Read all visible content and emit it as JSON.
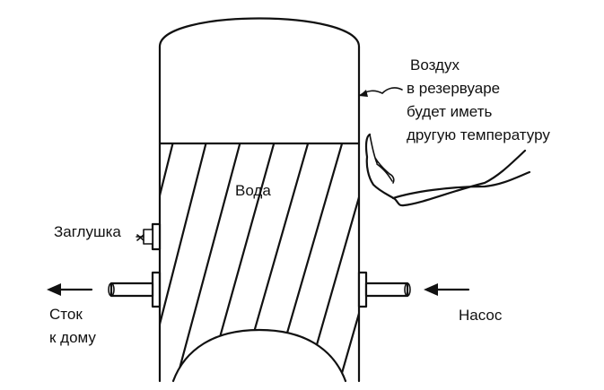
{
  "labels": {
    "air_line1": "Воздух",
    "air_line2": "в резервуаре",
    "air_line3": "будет иметь",
    "air_line4": "другую температуру",
    "water": "Вода",
    "plug": "Заглушка",
    "drain_line1": "Сток",
    "drain_line2": "к дому",
    "pump": "Насос"
  },
  "colors": {
    "ink": "#111111",
    "background": "#ffffff"
  },
  "icons": {
    "hand": "hand-icon",
    "arrow_left": "arrow-left-icon",
    "arrow_right": "arrow-right-icon"
  }
}
